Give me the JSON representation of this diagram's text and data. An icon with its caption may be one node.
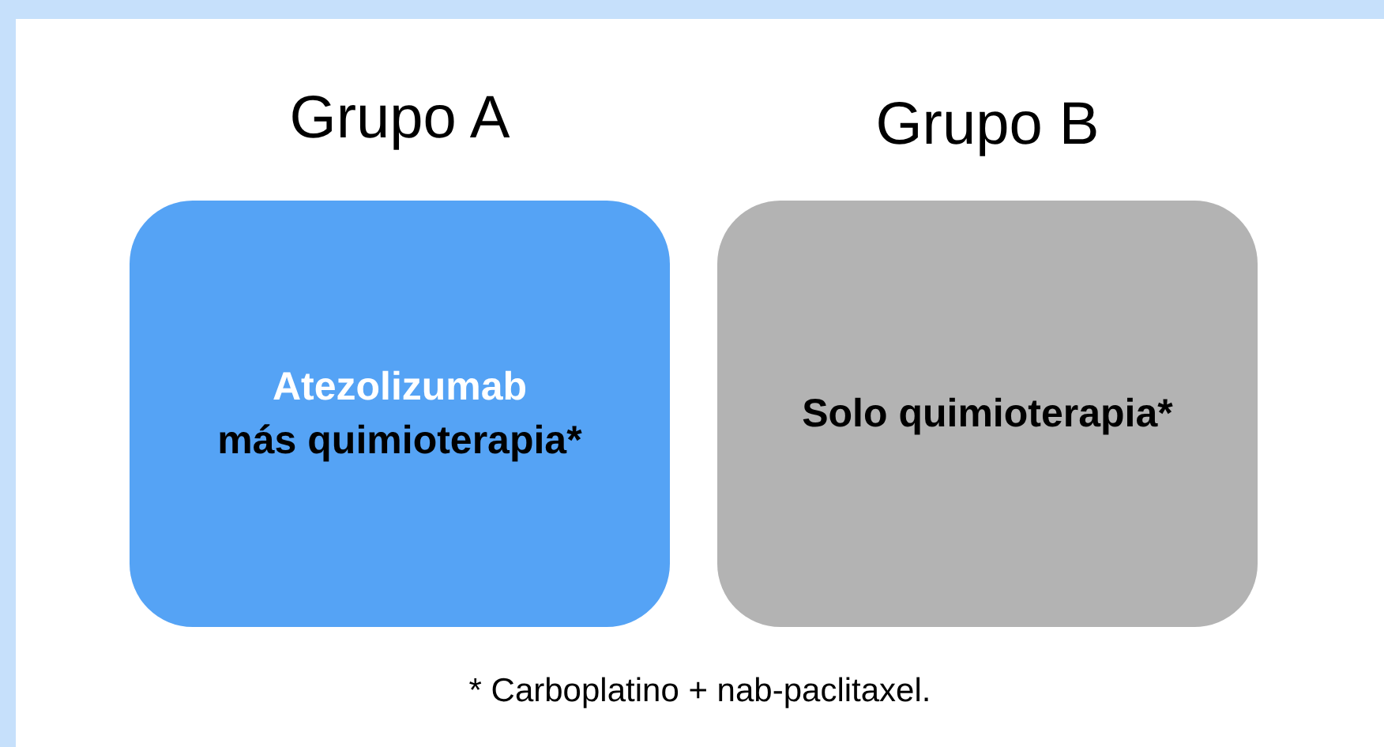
{
  "diagram": {
    "nodes": [
      {
        "text": [
          "Grupo A",
          "Atezolizumab",
          "más quimioterapia*"
        ]
      },
      {
        "text": [
          "Grupo B",
          "Solo quimioterapia*"
        ]
      }
    ],
    "labels": [
      "* Carboplatino + nab-paclitaxel."
    ]
  }
}
